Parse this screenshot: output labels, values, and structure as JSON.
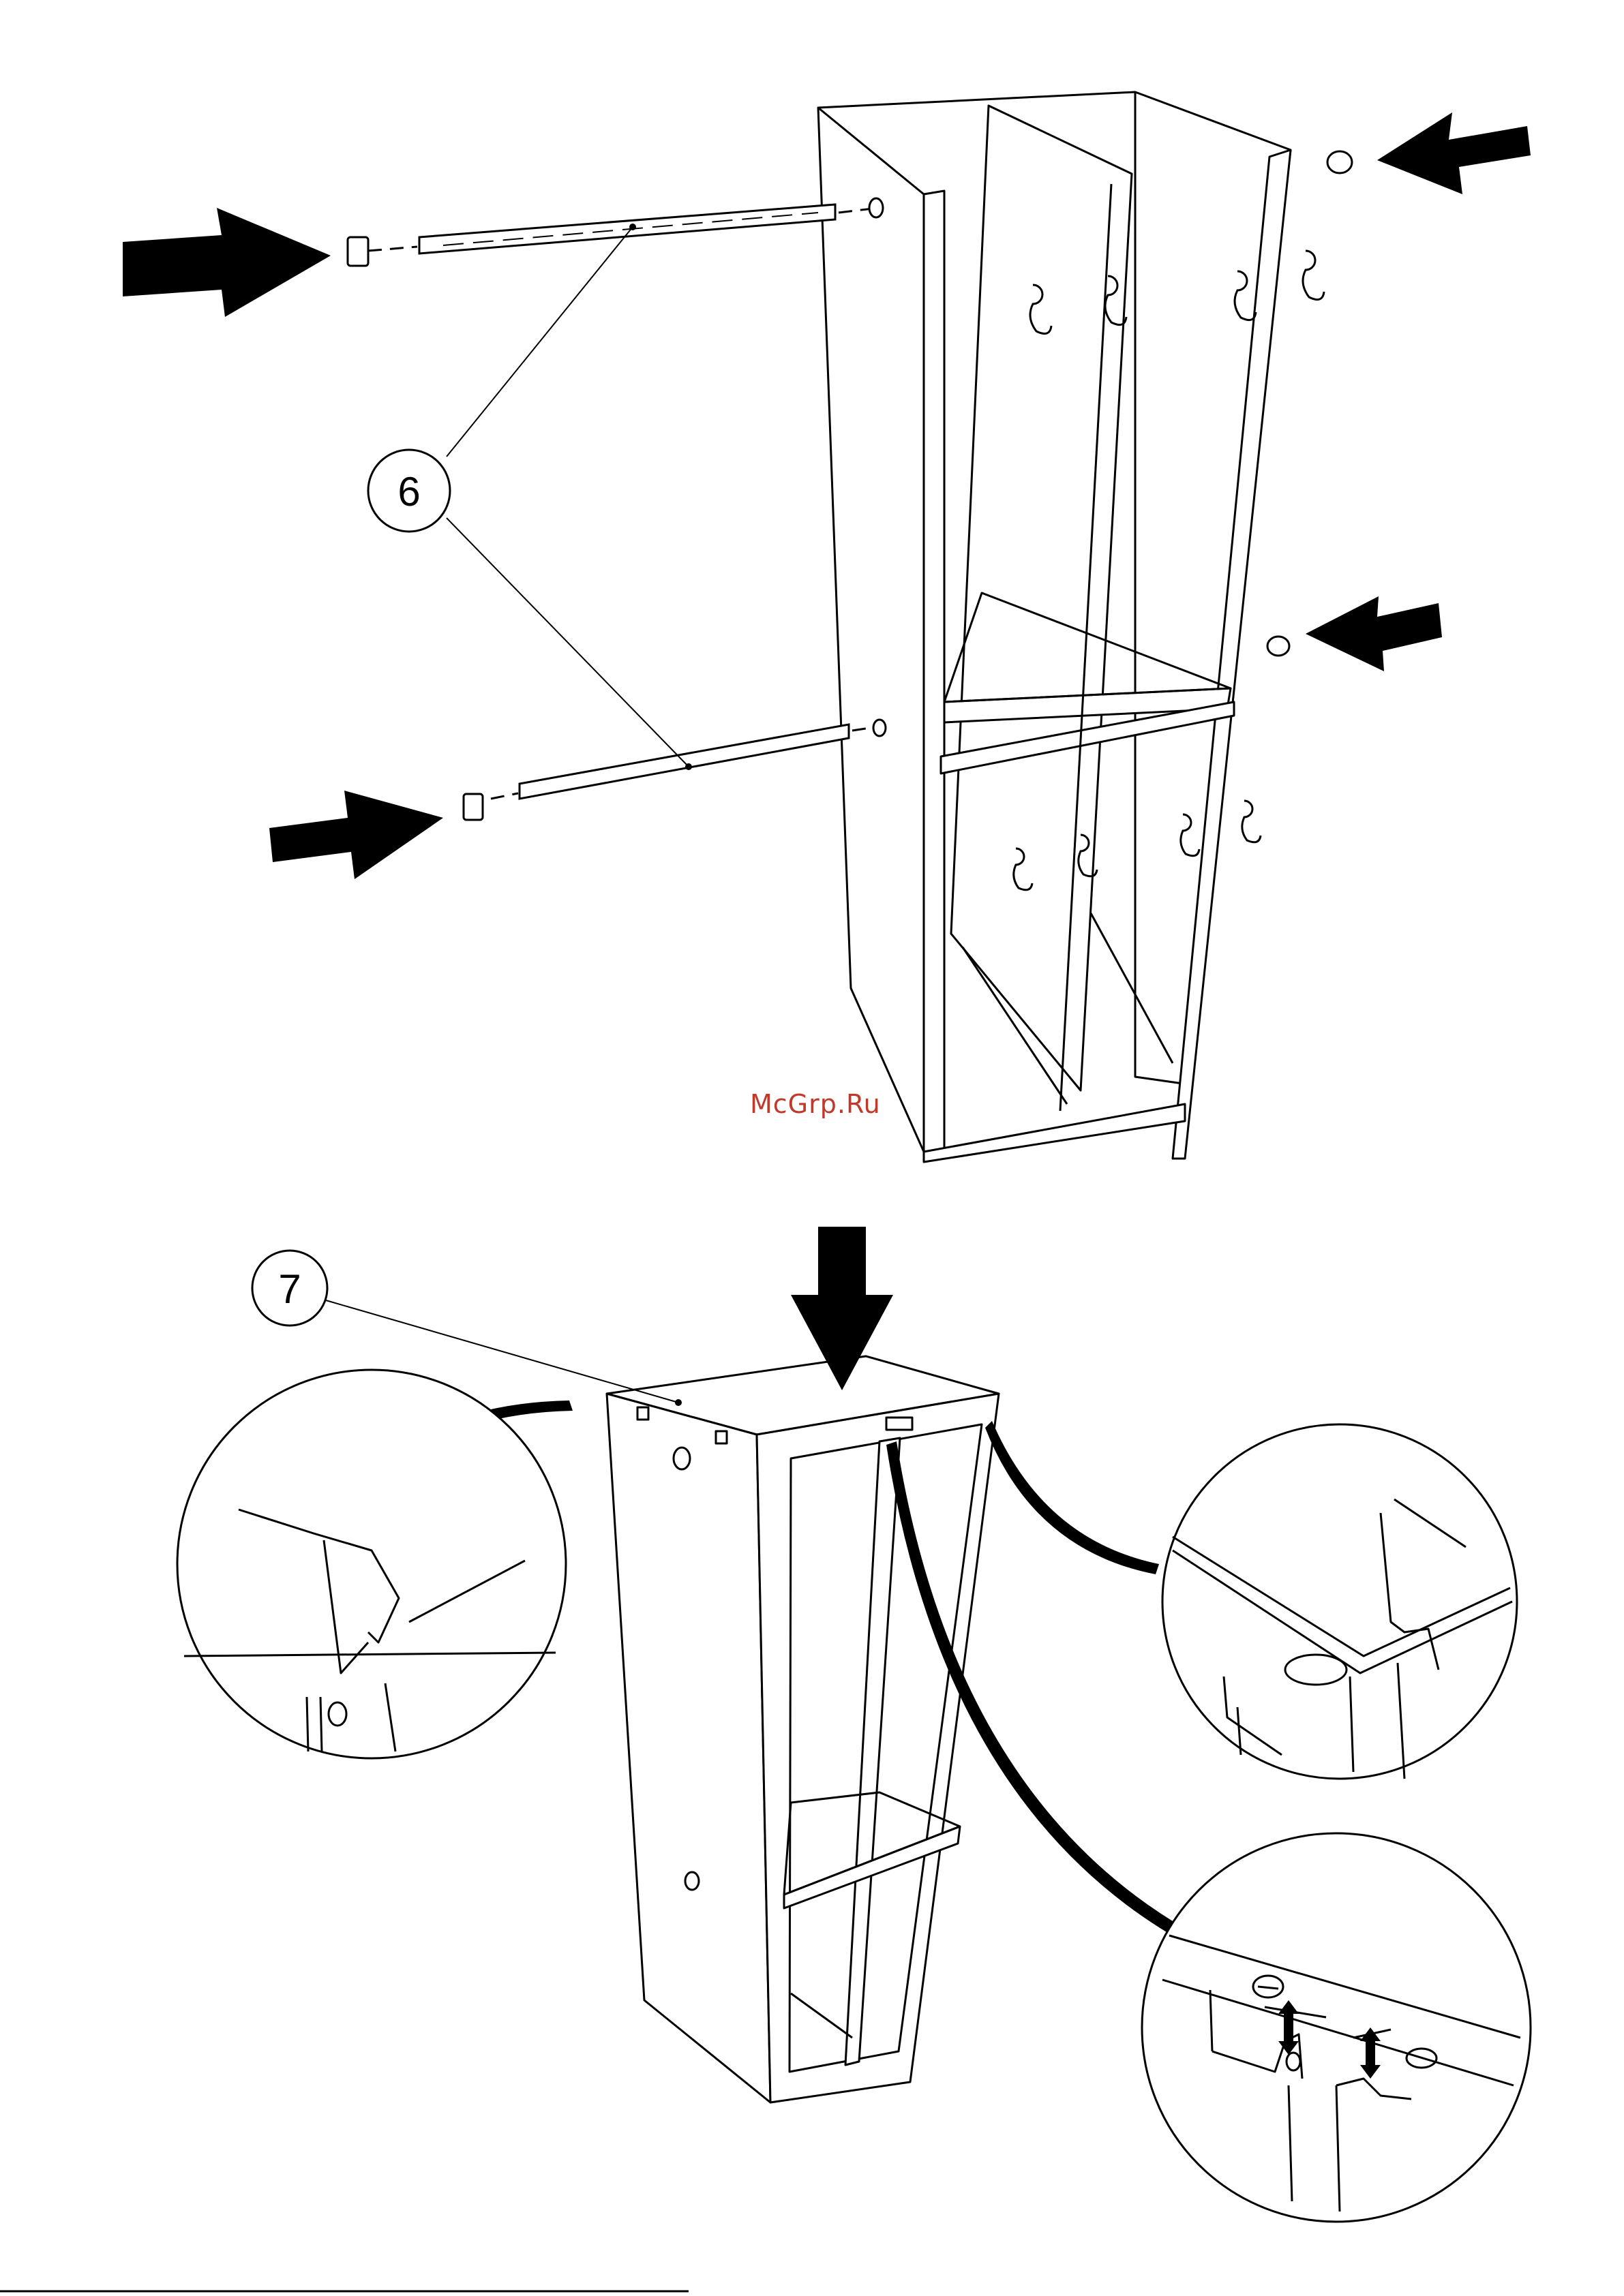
{
  "steps": [
    {
      "number": "6"
    },
    {
      "number": "7"
    }
  ],
  "watermark": "McGrp.Ru",
  "colors": {
    "line": "#000000",
    "watermark": "#c0392b",
    "background": "#ffffff"
  }
}
